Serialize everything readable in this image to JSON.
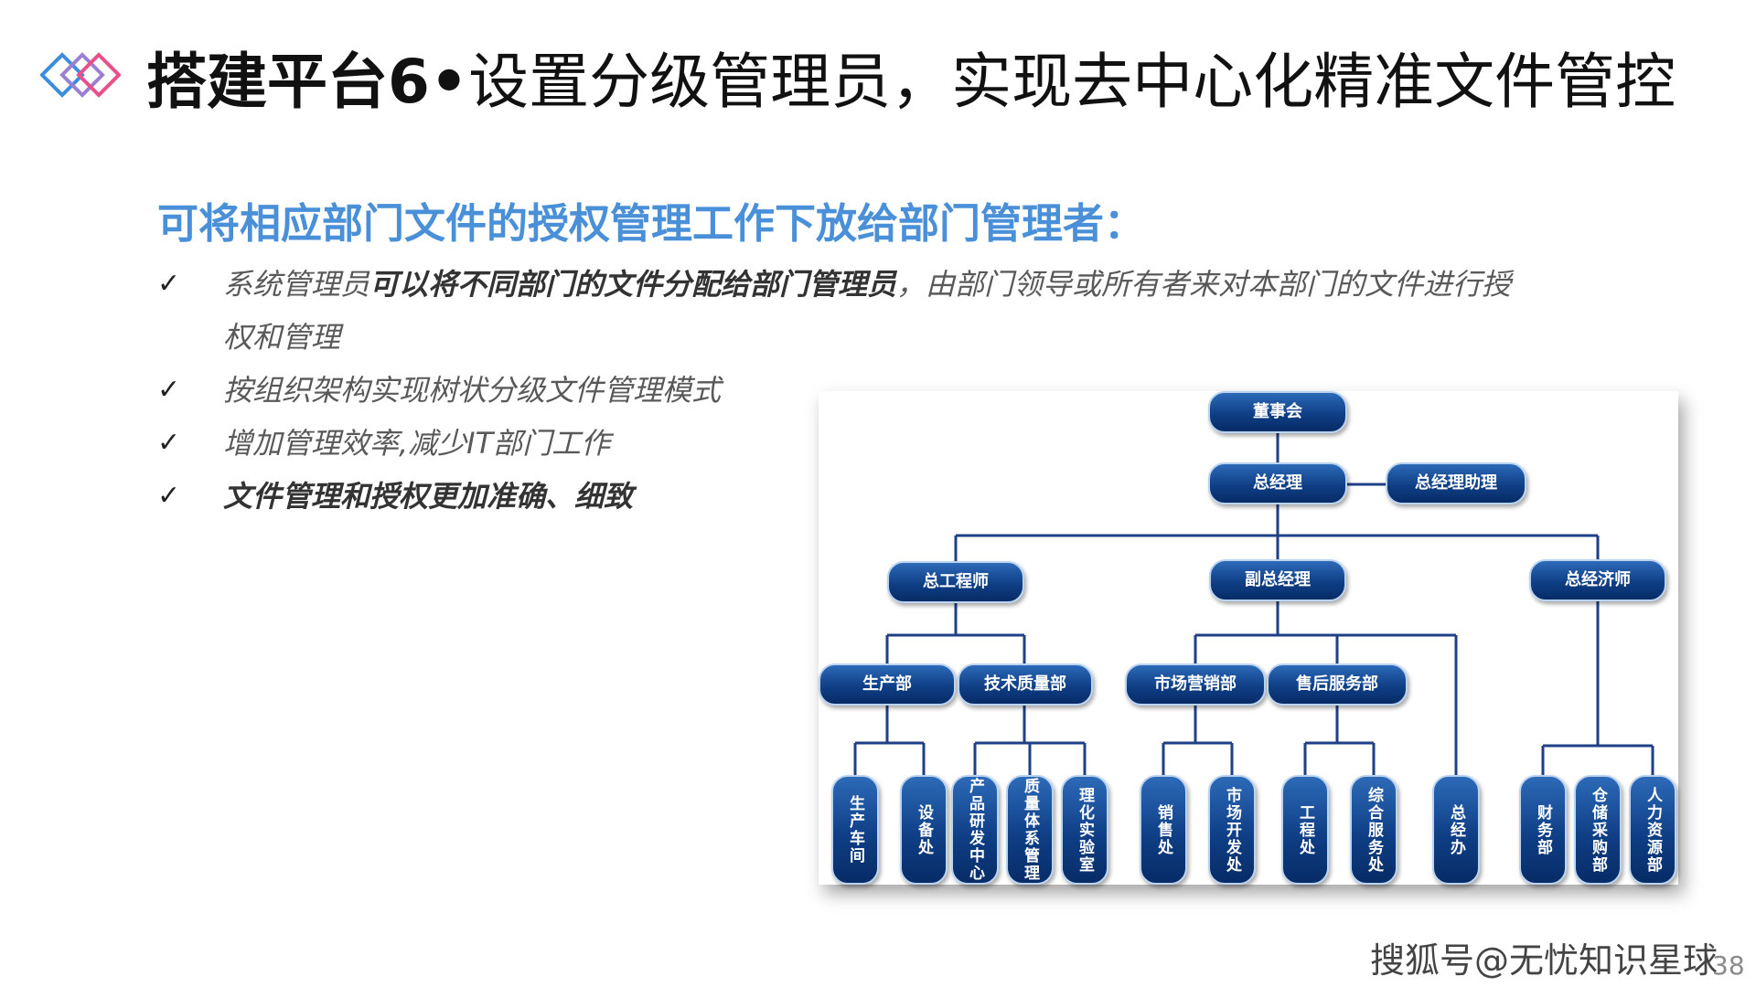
{
  "slide": {
    "title_bold": "搭建平台6•",
    "title_rest": "设置分级管理员，实现去中心化精准文件管控",
    "subtitle": "可将相应部门文件的授权管理工作下放给部门管理者：",
    "check_mark": "✓",
    "bullets": [
      {
        "pre": "系统管理员",
        "bold": "可以将不同部门的文件分配给部门管理员",
        "post": "，由部门领导或所有者来对本部门的文件进行授权和管理"
      },
      {
        "pre": "按组织架构实现树状分级文件管理模式",
        "bold": "",
        "post": ""
      },
      {
        "pre": "增加管理效率,减少IT部门工作",
        "bold": "",
        "post": ""
      },
      {
        "pre": "",
        "bold": "文件管理和授权更加准确、细致",
        "post": ""
      }
    ],
    "watermark": "搜狐号@无忧知识星球",
    "page_number": "38",
    "colors": {
      "accent": "#4a90d9",
      "node": "#0f3f86",
      "line": "#1f3f86",
      "logo_blue": "#3b8de0",
      "logo_pink": "#e8508a"
    }
  },
  "org_chart": {
    "board": "董事会",
    "gm": "总经理",
    "gm_assistant": "总经理助理",
    "chief_engineer": "总工程师",
    "deputy_gm": "副总经理",
    "chief_economist": "总经济师",
    "production": "生产部",
    "tech_quality": "技术质量部",
    "marketing": "市场营销部",
    "after_sales": "售后服务部",
    "workshop": "生产车间",
    "equipment": "设备处",
    "rnd_center": "产品研发中心",
    "quality_system": "质量体系管理",
    "lab": "理化实验室",
    "sales_office": "销售处",
    "market_dev": "市场开发处",
    "engineering": "工程处",
    "general_service": "综合服务处",
    "general_office": "总经办",
    "finance": "财务部",
    "procurement": "仓储采购部",
    "hr": "人力资源部"
  }
}
